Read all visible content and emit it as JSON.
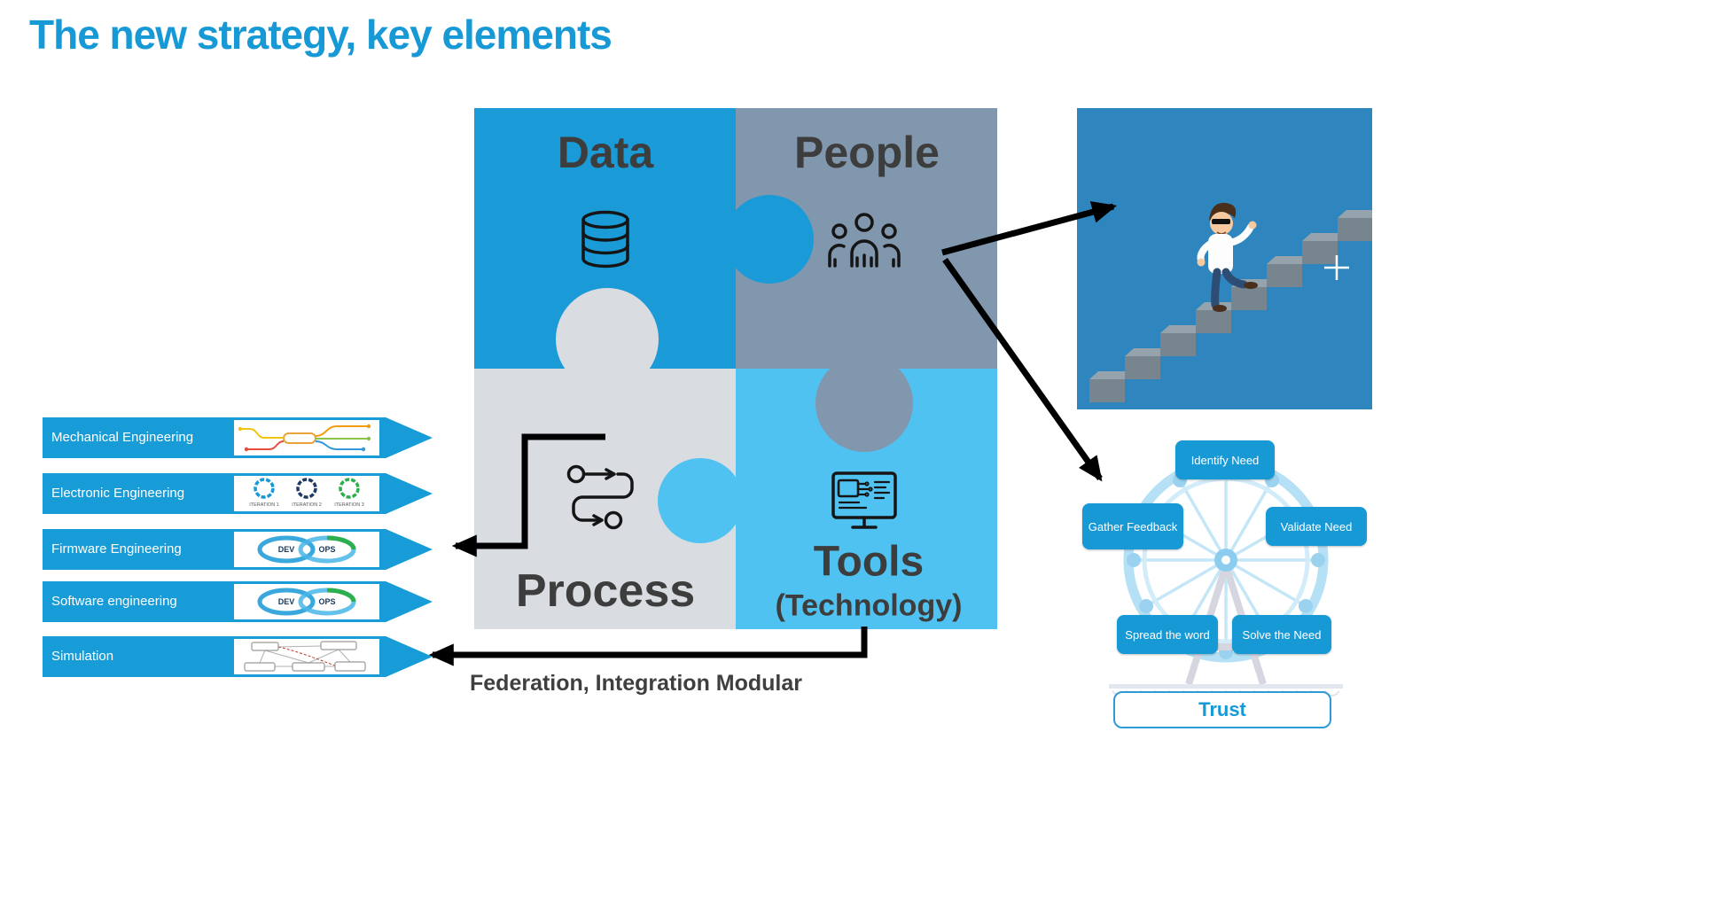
{
  "title": "The new strategy, key elements",
  "colors": {
    "accent_blue": "#1799d6",
    "data_piece": "#1a9bd7",
    "people_piece": "#8197ae",
    "process_piece": "#d9dde2",
    "tools_piece": "#4fc2f1",
    "arrow": "#000000"
  },
  "puzzle": {
    "data_label": "Data",
    "people_label": "People",
    "process_label": "Process",
    "tools_label": "Tools",
    "tools_sublabel": "(Technology)"
  },
  "banners": [
    {
      "label": "Mechanical Engineering"
    },
    {
      "label": "Electronic Engineering"
    },
    {
      "label": "Firmware Engineering"
    },
    {
      "label": "Software engineering"
    },
    {
      "label": "Simulation"
    }
  ],
  "mini": {
    "dev": "DEV",
    "ops": "OPS",
    "iterations": [
      "ITERATION 1",
      "ITERATION 2",
      "ITERATION 3"
    ]
  },
  "ferris": {
    "labels": [
      "Identify Need",
      "Validate Need",
      "Solve the Need",
      "Spread the word",
      "Gather Feedback"
    ],
    "trust_label": "Trust"
  },
  "caption": "Federation, Integration Modular"
}
